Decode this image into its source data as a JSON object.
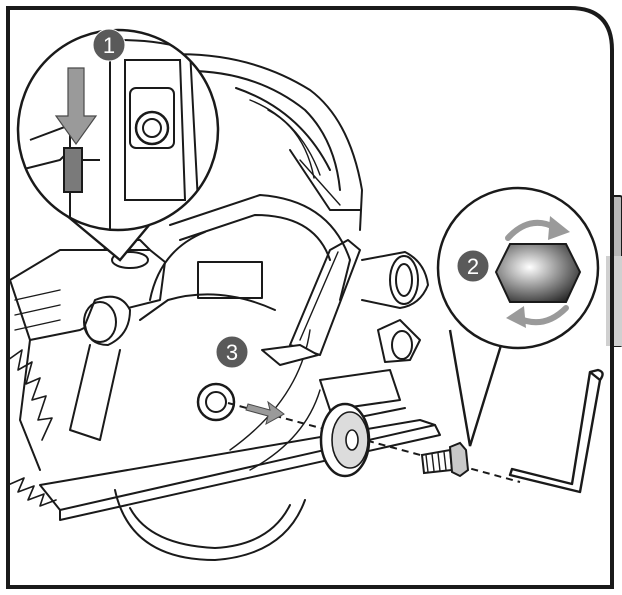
{
  "steps": [
    {
      "number": "1",
      "icon": "push-down-arrow-icon"
    },
    {
      "number": "2",
      "icon": "hex-bolt-rotate-icon"
    },
    {
      "number": "3",
      "icon": "remove-direction-arrow-icon"
    }
  ],
  "colors": {
    "badge": "#5a5a5a",
    "line": "#1a1a1a",
    "gray_fill": "#9a9a9a",
    "side_tab": "#b8b8b8",
    "background": "#ffffff"
  }
}
